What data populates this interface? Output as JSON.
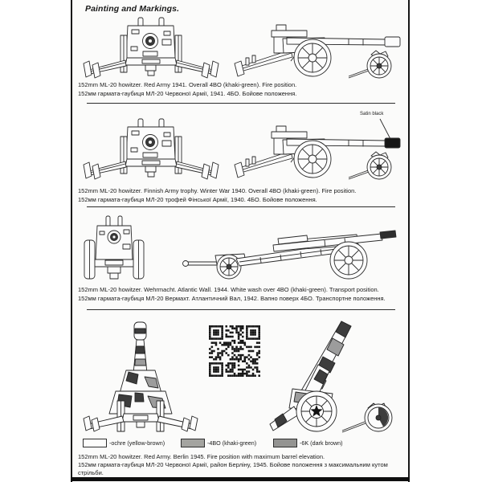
{
  "page": {
    "title": "Painting and Markings.",
    "sections": [
      {
        "caption_en": "152mm ML-20 howitzer. Red Army 1941. Overall 4BO (khaki-green). Fire position.",
        "caption_ua": "152мм гармата-гаубиця МЛ-20 Червоної Армії, 1941. 4БО. Бойове положення."
      },
      {
        "annotation": "Satin black",
        "caption_en": "152mm ML-20 howitzer. Finnish Army trophy. Winter War 1940. Overall 4BO (khaki-green). Fire position.",
        "caption_ua": "152мм гармата-гаубиця МЛ-20 трофей Фінської Армії, 1940. 4БО. Бойове положення."
      },
      {
        "caption_en": "152mm ML-20 howitzer. Wehrmacht. Atlantic Wall. 1944. White wash over 4BO (khaki-green). Transport position.",
        "caption_ua": "152мм гармата-гаубиця МЛ-20 Вермахт. Атлантичний Вал, 1942. Вапно поверх 4БО. Транспортне положення."
      },
      {
        "caption_en": "152mm ML-20 howitzer. Red Army. Berlin 1945. Fire position with maximum barrel elevation.",
        "caption_ua": "152мм гармата-гаубиця МЛ-20 Червоної Армії, район Берліну, 1945. Бойове положення з максимальним кутом стрільби."
      }
    ],
    "legend": [
      {
        "label": "-ochre (yellow-brown)",
        "color": "#fdfdfc"
      },
      {
        "label": "-4BO (khaki-green)",
        "color": "#a4a4a0"
      },
      {
        "label": "-6K (dark brown)",
        "color": "#949492"
      }
    ],
    "colors": {
      "ink": "#1a1a1a",
      "paper": "#fbfbfa",
      "camo_dark": "#3d3d3d",
      "camo_mid": "#9c9c9c"
    }
  }
}
